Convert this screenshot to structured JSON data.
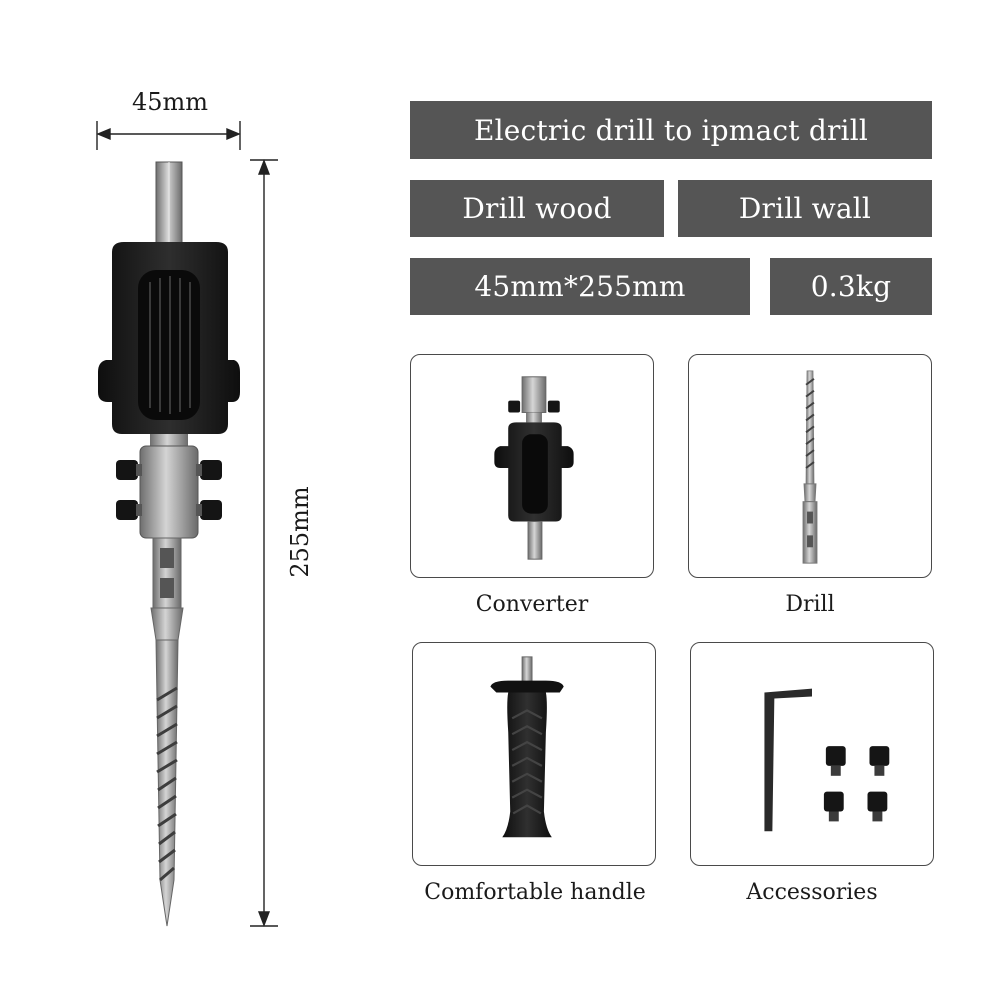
{
  "dimensions": {
    "width": "45mm",
    "height": "255mm"
  },
  "specs": {
    "title": "Electric drill to ipmact drill",
    "use_1": "Drill wood",
    "use_2": "Drill wall",
    "size": "45mm*255mm",
    "weight": "0.3kg"
  },
  "parts": [
    {
      "label": "Converter"
    },
    {
      "label": "Drill"
    },
    {
      "label": "Comfortable handle"
    },
    {
      "label": "Accessories"
    }
  ],
  "colors": {
    "bar": "#555555",
    "rubber": "#1c1c1c",
    "metal": "#9a9a9a"
  }
}
